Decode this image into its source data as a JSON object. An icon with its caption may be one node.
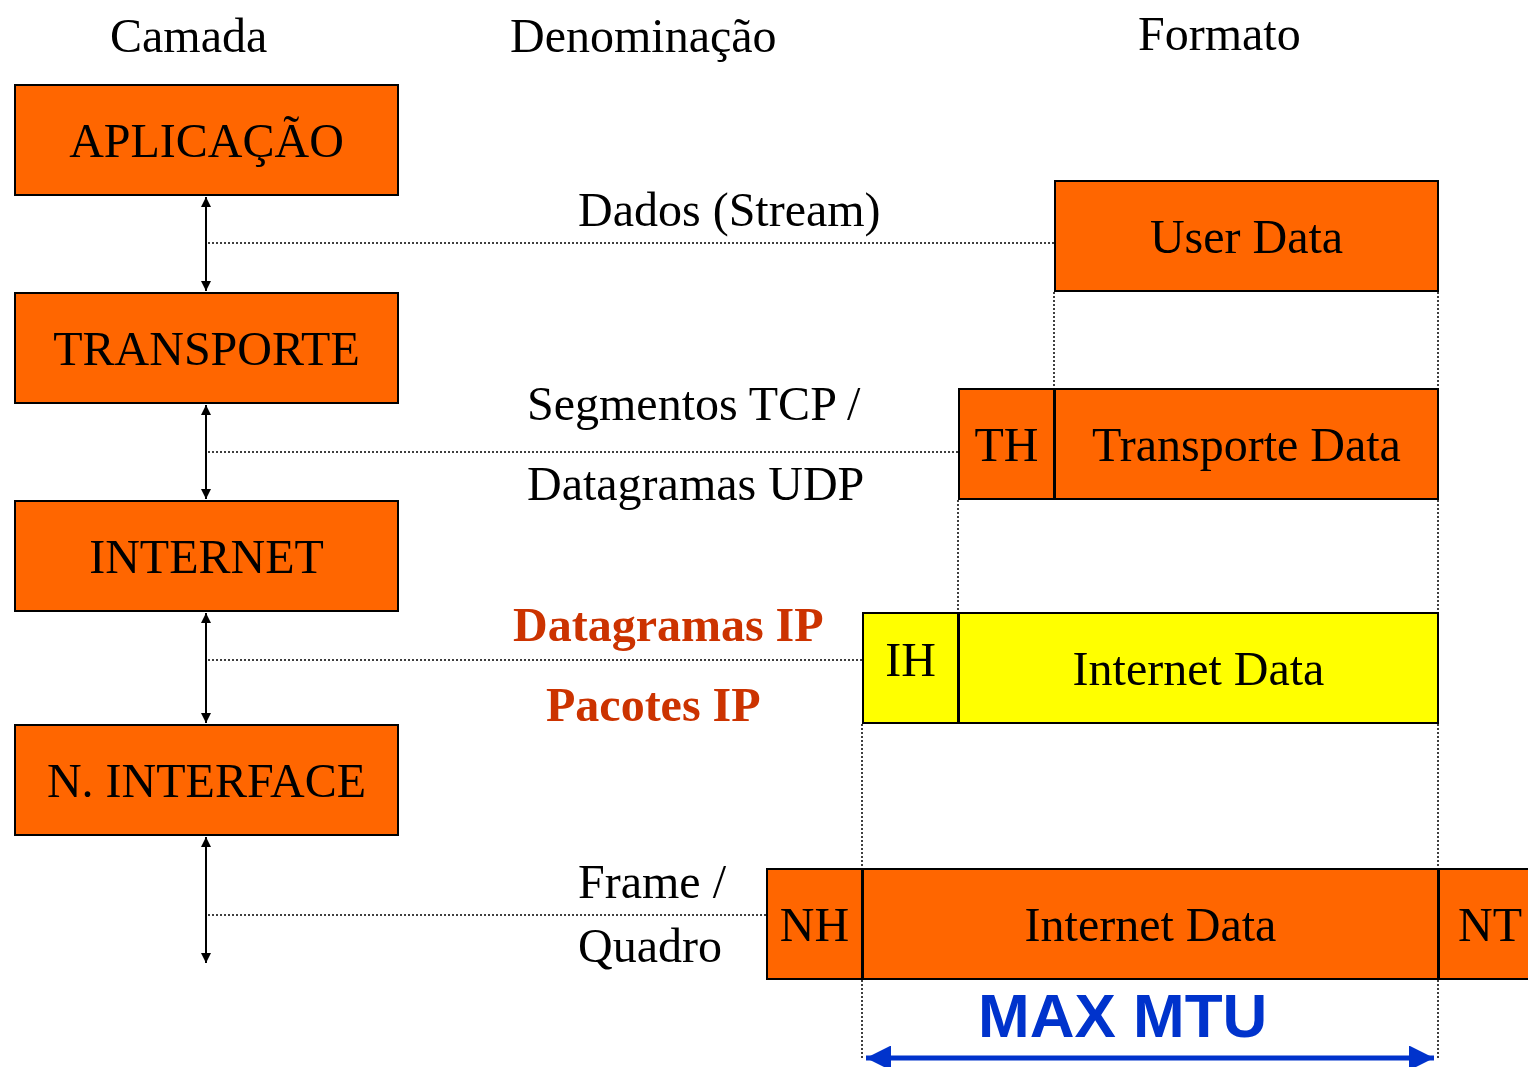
{
  "diagram": {
    "nodes": [
      {
        "text": [
          "APLICAÇÃO"
        ]
      },
      {
        "text": [
          "TRANSPORTE"
        ]
      },
      {
        "text": [
          "INTERNET"
        ]
      },
      {
        "text": [
          "N. INTERFACE"
        ]
      },
      {
        "text": [
          "User Data"
        ]
      },
      {
        "text": [
          "TH"
        ]
      },
      {
        "text": [
          "Transporte Data"
        ]
      },
      {
        "text": [
          "IH"
        ]
      },
      {
        "text": [
          "Internet Data"
        ]
      },
      {
        "text": [
          "NH"
        ]
      },
      {
        "text": [
          "Internet Data"
        ]
      },
      {
        "text": [
          "NT"
        ]
      }
    ],
    "edges": [
      {
        "from": 0,
        "to": 1,
        "arrow": "both"
      },
      {
        "from": 1,
        "to": 2,
        "arrow": "both"
      },
      {
        "from": 2,
        "to": 3,
        "arrow": "both"
      },
      {
        "from": 3,
        "to": null,
        "arrow": "both"
      },
      {
        "from": null,
        "to": 4,
        "arrow": "none",
        "style": "dashed"
      },
      {
        "from": null,
        "to": 5,
        "arrow": "none",
        "style": "dashed"
      },
      {
        "from": null,
        "to": 7,
        "arrow": "none",
        "style": "dashed"
      },
      {
        "from": null,
        "to": 9,
        "arrow": "none",
        "style": "dashed"
      },
      {
        "from": 4,
        "to": 5,
        "arrow": "none",
        "style": "dashed"
      },
      {
        "from": 4,
        "to": 6,
        "arrow": "none",
        "style": "dashed"
      },
      {
        "from": 5,
        "to": 7,
        "arrow": "none",
        "style": "dashed"
      },
      {
        "from": 6,
        "to": 8,
        "arrow": "none",
        "style": "dashed"
      },
      {
        "from": 7,
        "to": 9,
        "arrow": "none",
        "style": "dashed"
      },
      {
        "from": 8,
        "to": 11,
        "arrow": "none",
        "style": "dashed"
      }
    ],
    "labels": [
      "Camada",
      "Denominação",
      "Formato",
      "Dados (Stream)",
      "Segmentos TCP /",
      "Datagramas UDP",
      "Datagramas IP",
      "Pacotes IP",
      "Frame /",
      "Quadro",
      "MAX MTU"
    ]
  }
}
